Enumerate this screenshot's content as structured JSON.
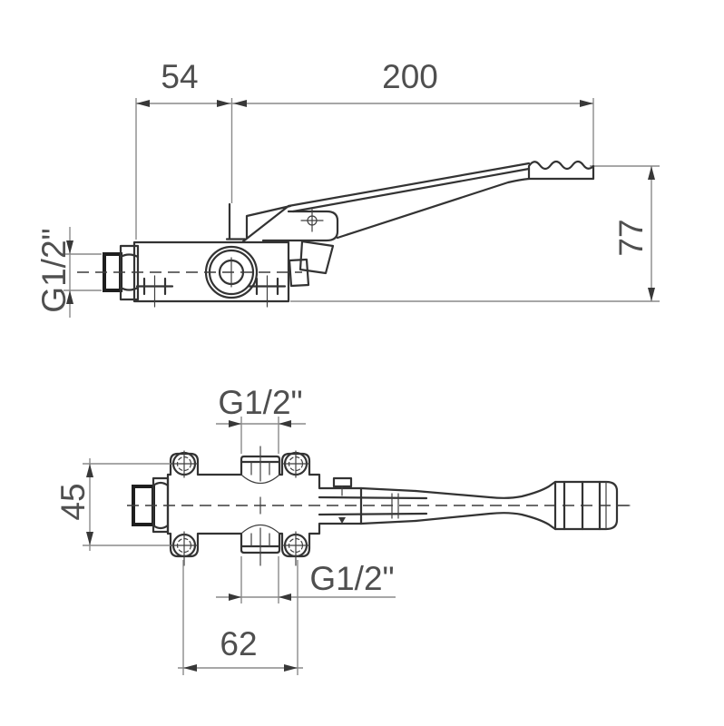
{
  "drawing": {
    "subject": "foot-pedal valve technical drawing, two orthographic views",
    "side_view": {
      "dim_body_offset": "54",
      "dim_pedal_length": "200",
      "dim_height": "77",
      "thread_label": "G1/2\""
    },
    "plan_view": {
      "thread_label_top": "G1/2\"",
      "thread_label_bottom": "G1/2\"",
      "dim_body_width": "45",
      "dim_hole_spacing": "62"
    },
    "colors": {
      "object_line": "#333333",
      "dimension_line": "#8a8a8a",
      "label_text": "#4f4f4f",
      "background": "#ffffff"
    }
  }
}
